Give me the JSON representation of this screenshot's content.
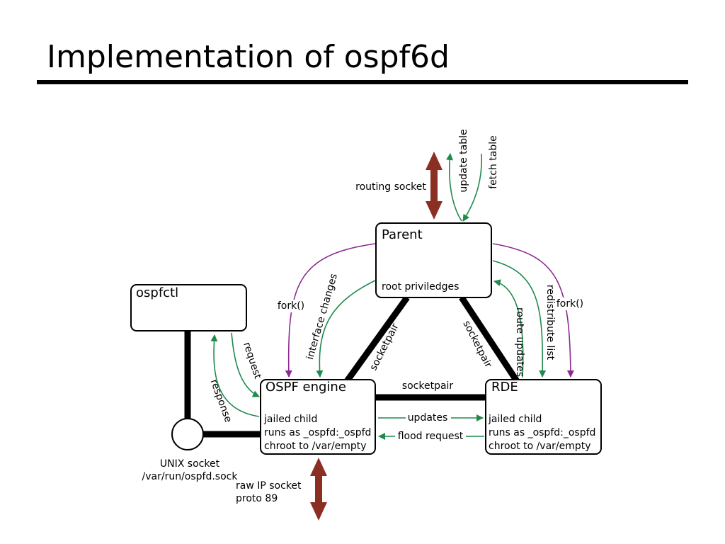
{
  "title": "Implementation of ospf6d",
  "nodes": {
    "parent": {
      "title": "Parent",
      "lines": [
        "root priviledges"
      ]
    },
    "ospfctl": {
      "title": "ospfctl",
      "lines": []
    },
    "ospf_engine": {
      "title": "OSPF engine",
      "lines": [
        "jailed child",
        "runs as _ospfd:_ospfd",
        "chroot to /var/empty"
      ]
    },
    "rde": {
      "title": "RDE",
      "lines": [
        "jailed child",
        "runs as _ospfd:_ospfd",
        "chroot to /var/empty"
      ]
    },
    "unix_socket": {
      "lines": [
        "UNIX socket",
        "/var/run/ospfd.sock"
      ]
    }
  },
  "edge_labels": {
    "routing_socket": "routing socket",
    "update_table": "update table",
    "fetch_table": "fetch table",
    "fork_left": "fork()",
    "fork_right": "fork()",
    "interface_changes": "interface changes",
    "socketpair_left": "socketpair",
    "socketpair_right": "socketpair",
    "socketpair_middle": "socketpair",
    "route_updates": "route updates",
    "redistribute_list": "redistribute list",
    "request": "request",
    "response": "response",
    "updates": "updates",
    "flood_request": "flood request",
    "raw_ip_socket": "raw IP socket",
    "proto": "proto 89"
  },
  "colors": {
    "ipc_arrow": "#1f8a4c",
    "fork_arrow": "#8b2b8f",
    "external_arrow": "#8c2f23",
    "socketpair_line": "#000000"
  }
}
